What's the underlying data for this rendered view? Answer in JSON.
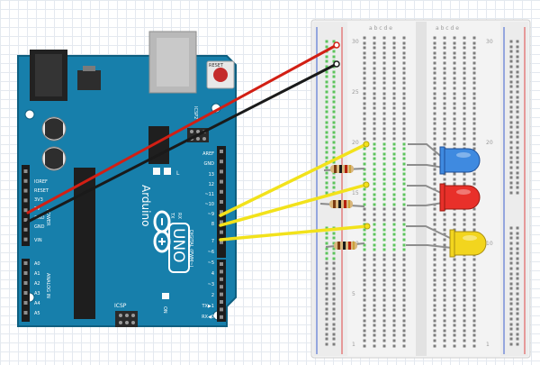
{
  "arduino": {
    "brand": "Arduino",
    "model": "UNO",
    "reset_label": "RESET",
    "icsp_label": "ICSP",
    "icsp2_label": "ICSP2",
    "on_label": "ON",
    "tx_label": "TX",
    "rx_label": "RX",
    "l_label": "L",
    "power_section_label": "POWER",
    "analog_section_label": "ANALOG IN",
    "digital_section_label": "DIGITAL (PWM~)",
    "power_pins": [
      "IOREF",
      "RESET",
      "3V3",
      "5V",
      "GND",
      "GND",
      "VIN"
    ],
    "analog_pins": [
      "A0",
      "A1",
      "A2",
      "A3",
      "A4",
      "A5"
    ],
    "digital_pins": [
      "AREF",
      "GND",
      "13",
      "12",
      "~11",
      "~10",
      "~9",
      "8",
      "7",
      "~6",
      "~5",
      "4",
      "~3",
      "2",
      "TX▶1",
      "RX◀0"
    ]
  },
  "breadboard": {
    "column_letters_left": "a b c d e",
    "column_letters_right": "a b c d e",
    "row_numbers": [
      "30",
      "25",
      "20",
      "15",
      "10",
      "5",
      "1"
    ]
  },
  "leds": [
    {
      "color_name": "blue",
      "color": "#3f8ae0"
    },
    {
      "color_name": "red",
      "color": "#e8302a"
    },
    {
      "color_name": "yellow",
      "color": "#f2d51e"
    }
  ],
  "colors": {
    "board": "#177fab",
    "board_edge": "#0f5f80",
    "wire_red": "#d21f14",
    "wire_black": "#1a1a1a",
    "wire_yellow": "#f2e21b",
    "breadboard": "#f1f1f1",
    "rail_red": "#e14646",
    "rail_blue": "#3d5fd0",
    "hole_green": "#5cc45c"
  }
}
